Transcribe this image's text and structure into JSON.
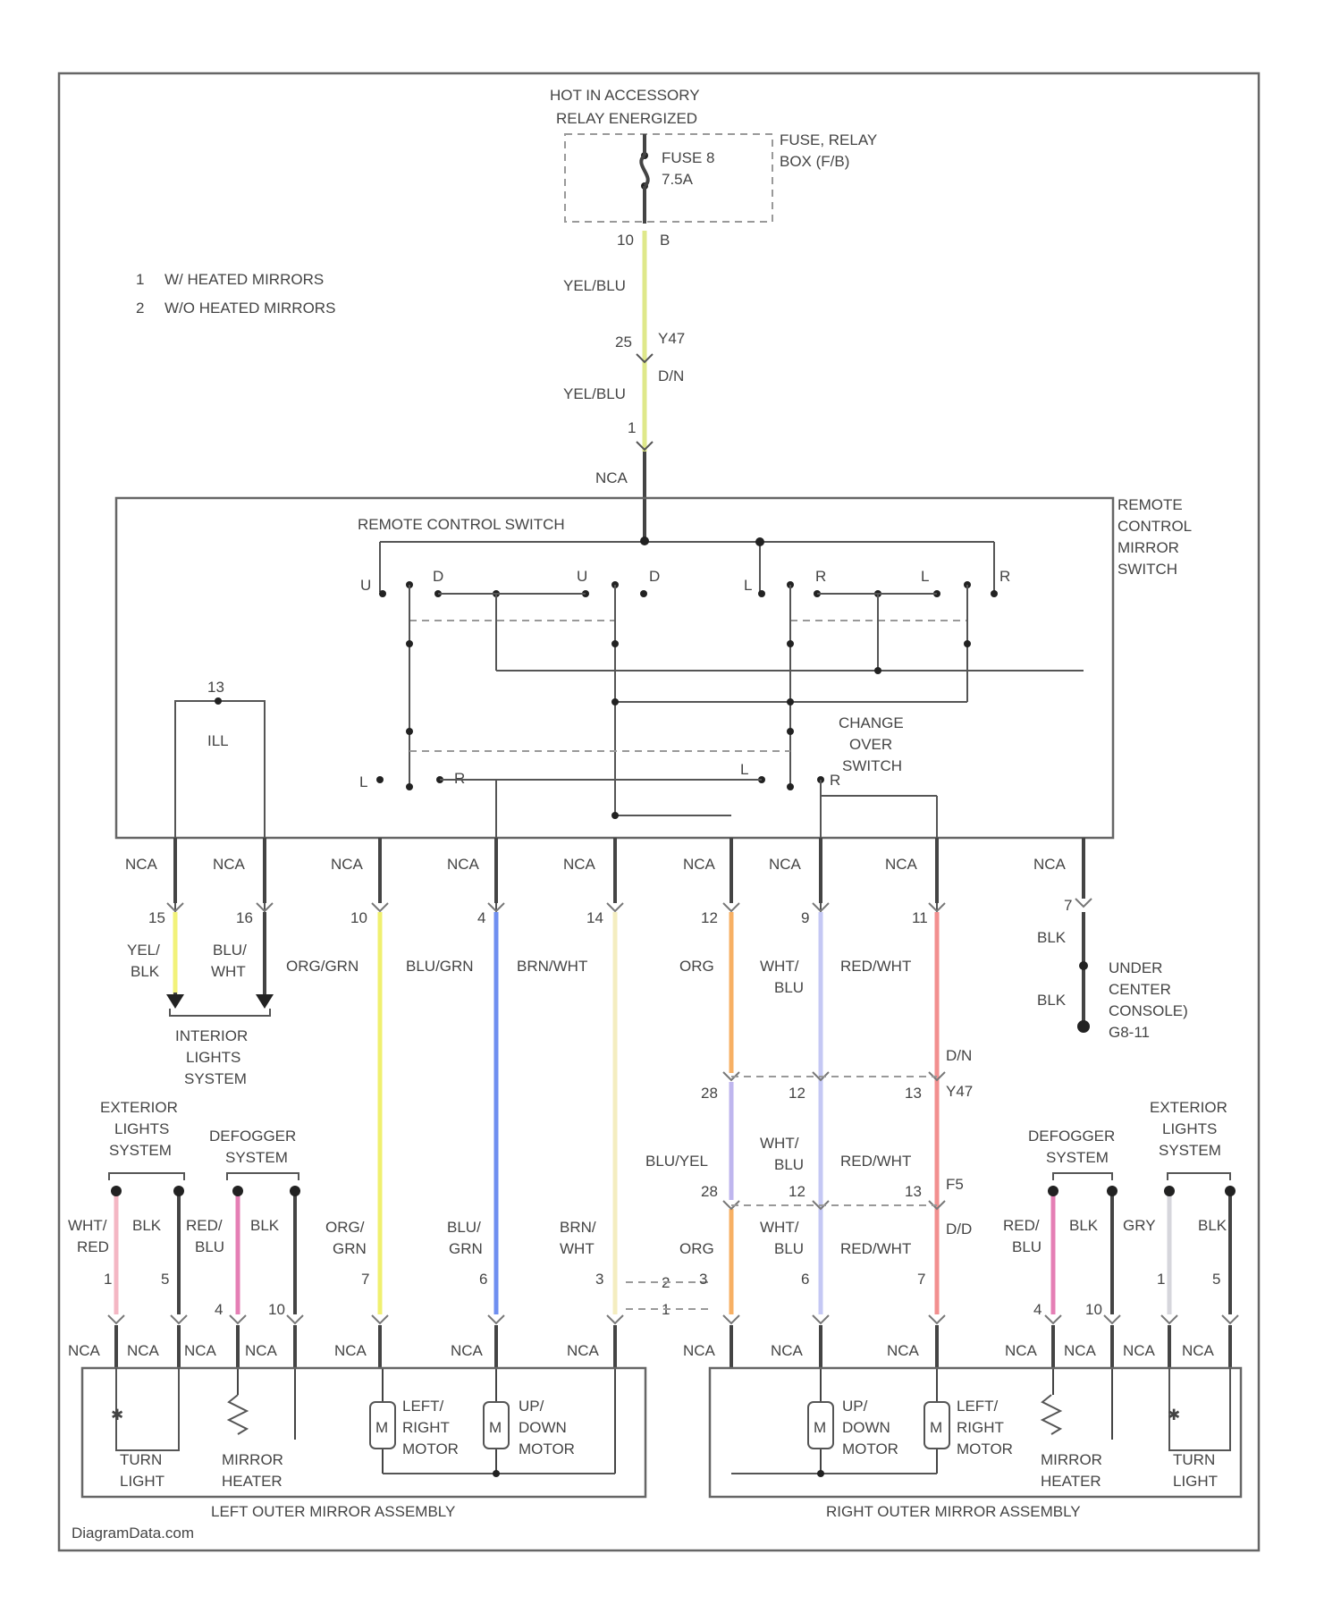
{
  "source": {
    "line1": "HOT IN ACCESSORY",
    "line2": "RELAY ENERGIZED",
    "fuse_label": "FUSE 8",
    "fuse_rating": "7.5A",
    "fuse_box_line1": "FUSE, RELAY",
    "fuse_box_line2": "BOX (F/B)",
    "pin_left": "10",
    "pin_right": "B"
  },
  "legend": [
    {
      "num": "1",
      "text": "W/ HEATED MIRRORS"
    },
    {
      "num": "2",
      "text": "W/O HEATED MIRRORS"
    }
  ],
  "feed": {
    "wire1": "YEL/BLU",
    "conn_top_pin": "25",
    "conn_top_label": "Y47",
    "conn_bottom_label": "D/N",
    "wire2": "YEL/BLU",
    "pin_bottom": "1",
    "nca": "NCA"
  },
  "switch": {
    "label": "REMOTE CONTROL SWITCH",
    "assembly_l1": "REMOTE",
    "assembly_l2": "CONTROL",
    "assembly_l3": "MIRROR",
    "assembly_l4": "SWITCH",
    "changeover_l1": "CHANGE",
    "changeover_l2": "OVER",
    "changeover_l3": "SWITCH",
    "ill": "ILL",
    "ill_pin": "13",
    "c_u": "U",
    "c_d": "D",
    "c_l": "L",
    "c_r": "R",
    "sel_l": "L",
    "sel_r": "R"
  },
  "harness": {
    "nca": "NCA",
    "pins": [
      "15",
      "16",
      "10",
      "4",
      "14",
      "12",
      "9",
      "11",
      "7"
    ],
    "wires": [
      {
        "label": "YEL/ BLK",
        "color": "#f2f27a"
      },
      {
        "label": "BLU/ WHT",
        "color": "#444444"
      },
      {
        "label": "ORG/GRN",
        "color": "#f0f070"
      },
      {
        "label": "BLU/GRN",
        "color": "#6f8ff0"
      },
      {
        "label": "BRN/WHT",
        "color": "#f4edc0"
      },
      {
        "label": "ORG",
        "color": "#f7b064"
      },
      {
        "label": "WHT/ BLU",
        "color": "#c5c8f4"
      },
      {
        "label": "RED/WHT",
        "color": "#f28f8f"
      },
      {
        "label": "BLK",
        "color": "#444444"
      }
    ]
  },
  "ground": {
    "line1": "UNDER",
    "line2": "CENTER",
    "line3": "CONSOLE)",
    "line4": "G8-11",
    "wire": "BLK"
  },
  "interior_lights": [
    "INTERIOR",
    "LIGHTS",
    "SYSTEM"
  ],
  "inline": {
    "top_pins": [
      "28",
      "12",
      "13"
    ],
    "top_label_a": "D/N",
    "top_label_b": "Y47",
    "wire_left": "BLU/YEL",
    "wire_mid": "WHT/ BLU",
    "wire_right": "RED/WHT",
    "bottom_pins": [
      "28",
      "12",
      "13"
    ],
    "bottom_label_a": "F5",
    "bottom_label_b": "D/D"
  },
  "left_side": {
    "ext_lights": [
      "EXTERIOR",
      "LIGHTS",
      "SYSTEM"
    ],
    "defogger": [
      "DEFOGGER",
      "SYSTEM"
    ],
    "wires": [
      "WHT/ RED",
      "BLK",
      "RED/ BLU",
      "BLK"
    ],
    "motor_wires": [
      "ORG/ GRN",
      "BLU/ GRN",
      "BRN/ WHT"
    ],
    "pins_top": [
      "1",
      "5",
      "4",
      "10"
    ],
    "motor_pins": [
      "7",
      "6",
      "3"
    ],
    "opt_2": "2",
    "opt_1": "1",
    "turn_light": [
      "TURN",
      "LIGHT"
    ],
    "mirror_heater": [
      "MIRROR",
      "HEATER"
    ],
    "lr_motor": [
      "LEFT/",
      "RIGHT",
      "MOTOR"
    ],
    "ud_motor": [
      "UP/",
      "DOWN",
      "MOTOR"
    ],
    "assembly": "LEFT OUTER MIRROR ASSEMBLY"
  },
  "right_side": {
    "ext_lights": [
      "EXTERIOR",
      "LIGHTS",
      "SYSTEM"
    ],
    "defogger": [
      "DEFOGGER",
      "SYSTEM"
    ],
    "wires": [
      "RED/ BLU",
      "BLK",
      "GRY",
      "BLK"
    ],
    "motor_wires": [
      "ORG",
      "WHT/ BLU",
      "RED/WHT"
    ],
    "pins_top": [
      "4",
      "10",
      "1",
      "5"
    ],
    "motor_pins": [
      "3",
      "6",
      "7"
    ],
    "turn_light": [
      "TURN",
      "LIGHT"
    ],
    "mirror_heater": [
      "MIRROR",
      "HEATER"
    ],
    "lr_motor": [
      "LEFT/",
      "RIGHT",
      "MOTOR"
    ],
    "ud_motor": [
      "UP/",
      "DOWN",
      "MOTOR"
    ],
    "assembly": "RIGHT OUTER MIRROR ASSEMBLY"
  },
  "watermark": "DiagramData.com"
}
